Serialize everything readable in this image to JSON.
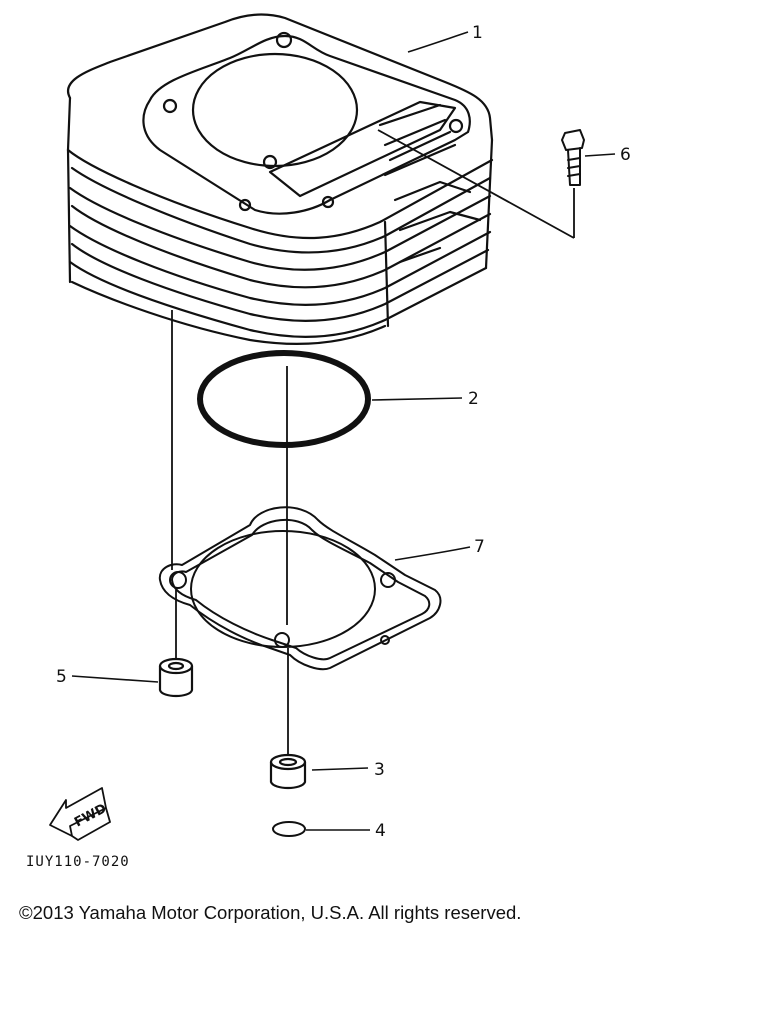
{
  "diagram": {
    "parts": [
      {
        "number": "1",
        "name": "cylinder"
      },
      {
        "number": "2",
        "name": "o-ring"
      },
      {
        "number": "3",
        "name": "dowel-pin"
      },
      {
        "number": "4",
        "name": "o-ring-small"
      },
      {
        "number": "5",
        "name": "dowel-pin"
      },
      {
        "number": "6",
        "name": "bolt"
      },
      {
        "number": "7",
        "name": "cylinder-gasket"
      }
    ],
    "forward_label": "FWD",
    "drawing_code": "IUY110-7020"
  },
  "footer": {
    "copyright": "©2013 Yamaha Motor Corporation, U.S.A. All rights reserved."
  }
}
